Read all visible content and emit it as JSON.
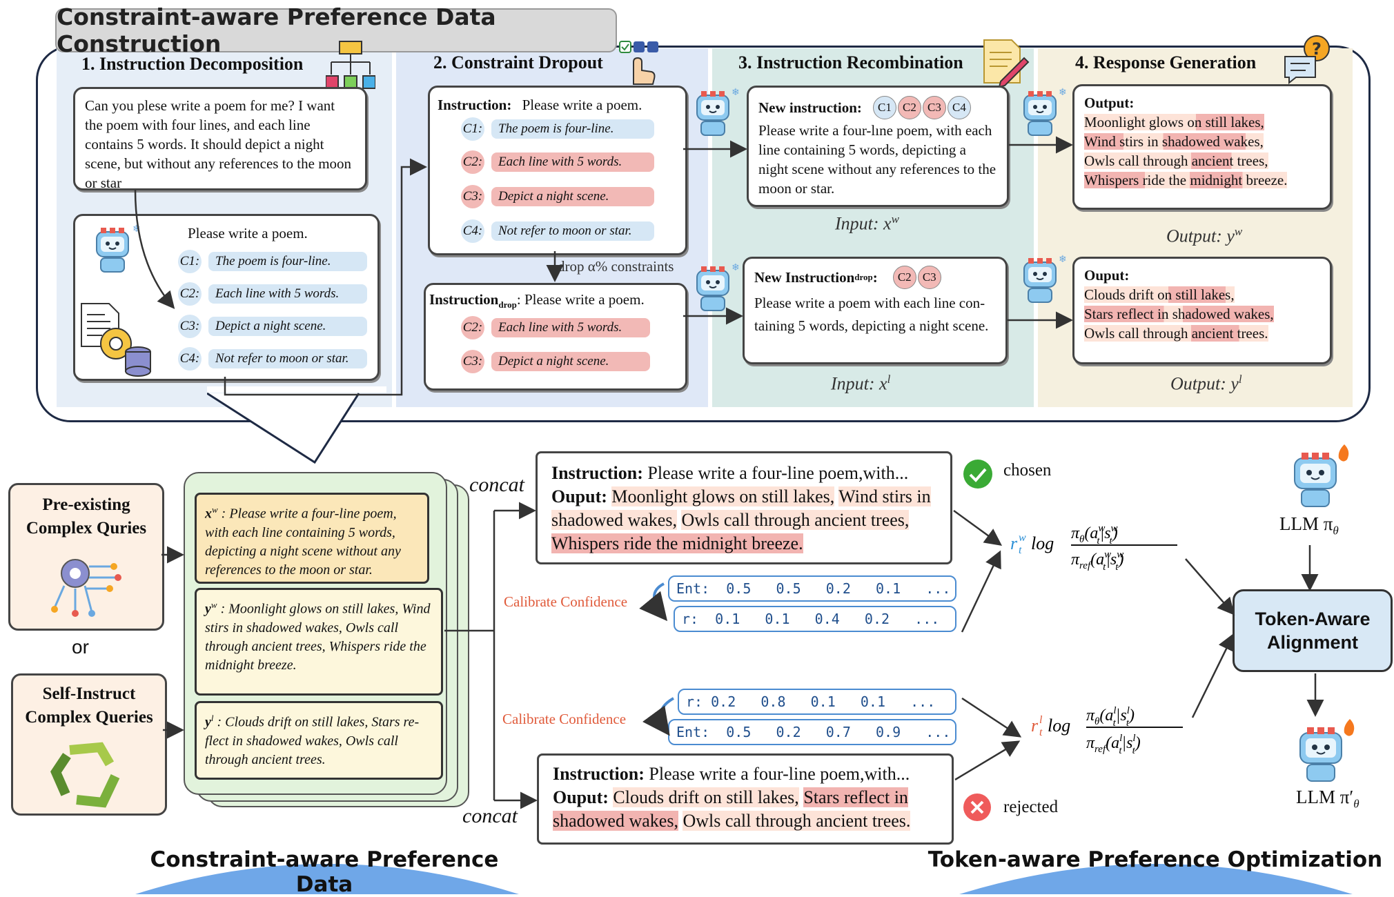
{
  "banner_title": "Constraint-aware Preference Data Construction",
  "step1": {
    "title": "1. Instruction Decomposition",
    "query": "Can you plese write a poem for me? I want the poem with four lines, and each line contains 5 words. It should depict a night scene, but without any references to the moon or star",
    "base": "Please write a poem.",
    "constraints": [
      {
        "id": "C1:",
        "text": "The poem is four-line."
      },
      {
        "id": "C2:",
        "text": "Each line with 5 words."
      },
      {
        "id": "C3:",
        "text": "Depict a night scene."
      },
      {
        "id": "C4:",
        "text": "Not refer to moon or star."
      }
    ]
  },
  "step2": {
    "title": "2. Constraint Dropout",
    "instr_label": "Instruction:",
    "instr_text": "Please write a poem.",
    "constraints": [
      {
        "id": "C1:",
        "text": "The poem is four-line."
      },
      {
        "id": "C2:",
        "text": "Each line with 5 words."
      },
      {
        "id": "C3:",
        "text": "Depict a night scene."
      },
      {
        "id": "C4:",
        "text": "Not refer to moon or star."
      }
    ],
    "drop_label": "drop α% constraints",
    "drop_instr_label": "Instruction",
    "drop_sub": "drop",
    "drop_instr_text": ": Please write a poem.",
    "drop_constraints": [
      {
        "id": "C2:",
        "text": "Each line with 5 words."
      },
      {
        "id": "C3:",
        "text": "Depict a night scene."
      }
    ]
  },
  "step3": {
    "title": "3. Instruction Recombination",
    "new_label": "New instruction:",
    "tags": [
      "C1",
      "C2",
      "C3",
      "C4"
    ],
    "new_text": "Please write a four-lıne poem, with each line containing 5 words, depicting a night scene without any references to the moon or star.",
    "input_w": "Input: x",
    "input_w_sup": "w",
    "drop_label": "New Instruction",
    "drop_sub": "drop",
    "drop_colon": ":",
    "drop_tags": [
      "C2",
      "C3"
    ],
    "drop_text": "Please write a poem with each line con-taining 5 words, depicting a night scene.",
    "input_l": "Input: x",
    "input_l_sup": "l"
  },
  "step4": {
    "title": "4. Response Generation",
    "out_label": "Output:",
    "out_w_lines": [
      "Moonlight glows on still lakes,",
      "Wind stirs in shadowed wakes,",
      "Owls call through ancient trees,",
      "Whispers ride the midnight breeze."
    ],
    "output_w": "Output: y",
    "output_w_sup": "w",
    "out_l_label": "Ouput:",
    "out_l_lines": [
      "Clouds drift on still lakes,",
      "Stars reflect in shadowed wakes,",
      "Owls call through ancient trees."
    ],
    "output_l": "Output: y",
    "output_l_sup": "l"
  },
  "bottom": {
    "src1": "Pre-existing Complex Quries",
    "or": "or",
    "src2": "Self-Instruct Complex Queries",
    "xw_label": "x",
    "xw_sup": "w",
    "xw_text": " : Please write a four-line poem, with each line containing 5 words, depicting a night scene without any references to the moon or star.",
    "yw_label": "y",
    "yw_sup": "w",
    "yw_text": " : Moonlight glows on still lakes, Wind stirs in shadowed wakes, Owls call through ancient trees, Whispers ride the midnight breeze.",
    "yl_label": "y",
    "yl_sup": "l",
    "yl_text": " : Clouds drift on still lakes, Stars re-flect in shadowed wakes, Owls call through ancient trees.",
    "concat": "concat",
    "chosen_instr_label": "Instruction:",
    "chosen_instr_text": "Please write a four-line poem,with...",
    "chosen_out_label": "Ouput:",
    "rejected_instr_label": "Instruction:",
    "rejected_instr_text": "Please write a four-line poem,with...",
    "rejected_out_label": "Ouput:",
    "chosen": "chosen",
    "rejected": "rejected",
    "calib": "Calibrate Confidence",
    "ent_w": "Ent:  0.5   0.5   0.2   0.1   ...",
    "r_w": "r:  0.1   0.1   0.4   0.2   ...",
    "r_l": "r: 0.2   0.8   0.1   0.1   ...",
    "ent_l": "Ent:  0.5   0.2   0.7   0.9   ...",
    "llm": "LLM π",
    "llm_sub": "θ",
    "llm2": "LLM π′",
    "llm2_sub": "θ",
    "taa": "Token-Aware Alignment",
    "footer_left": "Constraint-aware Preference Data",
    "footer_right": "Token-aware Preference Optimization"
  },
  "colors": {
    "blue_panel": "#e3ecf7",
    "green_panel": "#dbeceb",
    "cream_panel": "#f7f1e0",
    "hl_light": "#fde3d8",
    "hl_dark": "#f2b4b1"
  }
}
